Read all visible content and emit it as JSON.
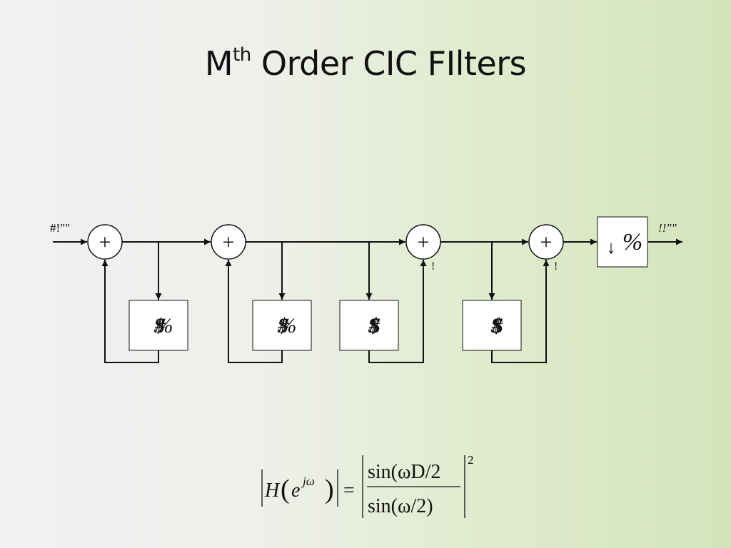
{
  "slide": {
    "title_base": "M",
    "title_sup": "th",
    "title_rest": " Order CIC FIlters"
  },
  "diagram": {
    "input_label": "#!\"\"",
    "output_label": "!!\"\"",
    "adder_symbol": "+",
    "adder_tag": "!",
    "delay_labels": [
      "$#%",
      "$#%",
      "$#$",
      "$#$"
    ],
    "downsampler_label": "%",
    "downsampler_arrow": "↓"
  },
  "formula": {
    "lhs": "H",
    "lhs_arg_base": "e",
    "lhs_arg_exp": "jω",
    "equals": "=",
    "numerator": "sin(ωD/2",
    "denominator": "sin(ω/2)",
    "power": "2"
  }
}
